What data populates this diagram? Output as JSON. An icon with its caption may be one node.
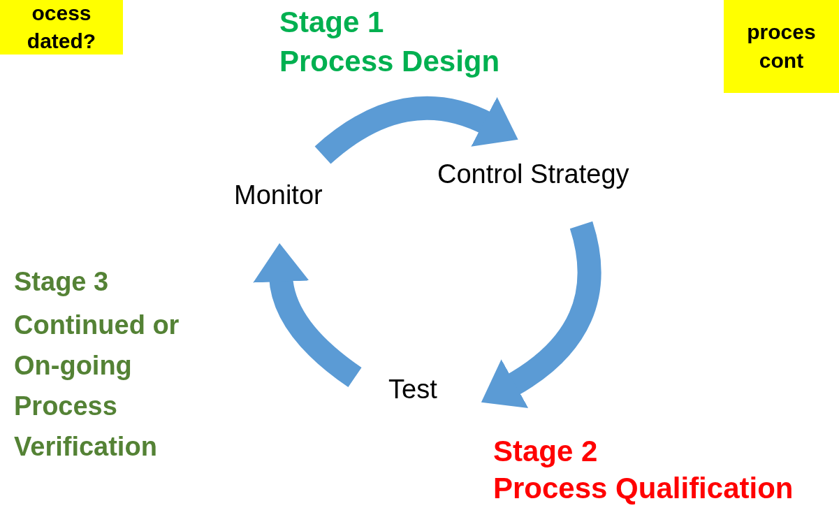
{
  "diagram": {
    "nodes": [
      {
        "text": [
          "ocess dated?"
        ]
      },
      {
        "text": [
          "proces cont"
        ]
      },
      {
        "text": [
          "Monitor"
        ]
      },
      {
        "text": [
          "Control Strategy"
        ]
      },
      {
        "text": [
          "Test"
        ]
      }
    ],
    "edges": [
      {
        "from": 2,
        "to": 3,
        "arrow": "to"
      },
      {
        "from": 3,
        "to": 4,
        "arrow": "to"
      },
      {
        "from": 4,
        "to": 2,
        "arrow": "to"
      }
    ],
    "labels": [
      "Stage 1",
      "Process Design",
      "Stage 3",
      "Continued or On-going Process Verification",
      "Stage 2",
      "Process Qualification"
    ]
  }
}
